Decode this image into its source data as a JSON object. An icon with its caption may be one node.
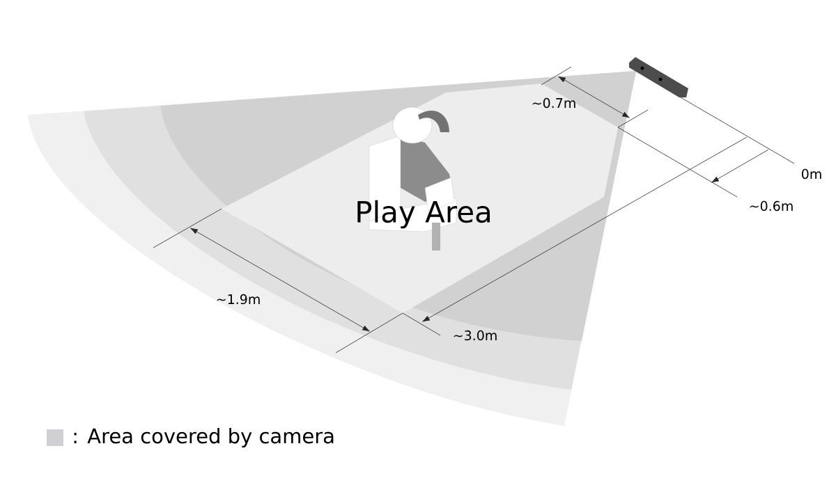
{
  "diagram": {
    "labels": [
      "~0.7m",
      "0m",
      "~0.6m",
      "Play Area",
      "~1.9m",
      "~3.0m"
    ],
    "legend": [
      {
        "text": ": Area covered by camera",
        "color": "#d0d0d4"
      }
    ]
  }
}
